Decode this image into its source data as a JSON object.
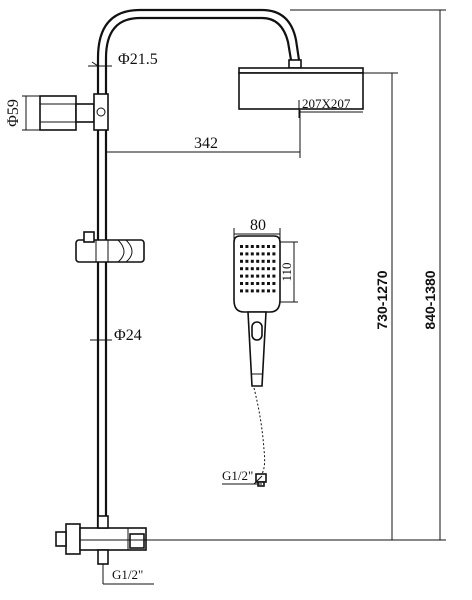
{
  "dimensions": {
    "pipe_diameter": "Φ21.5",
    "holder_diameter": "Φ59",
    "head_size": "207X207",
    "arm_length": "342",
    "hand_width": "80",
    "hand_height": "110",
    "rail_diameter": "Φ24",
    "hose_thread": "G1/2\"",
    "inlet_thread": "G1/2\"",
    "adjustable_height": "730-1270",
    "total_height": "840-1380"
  },
  "colors": {
    "line": "#111111",
    "background": "#ffffff"
  }
}
